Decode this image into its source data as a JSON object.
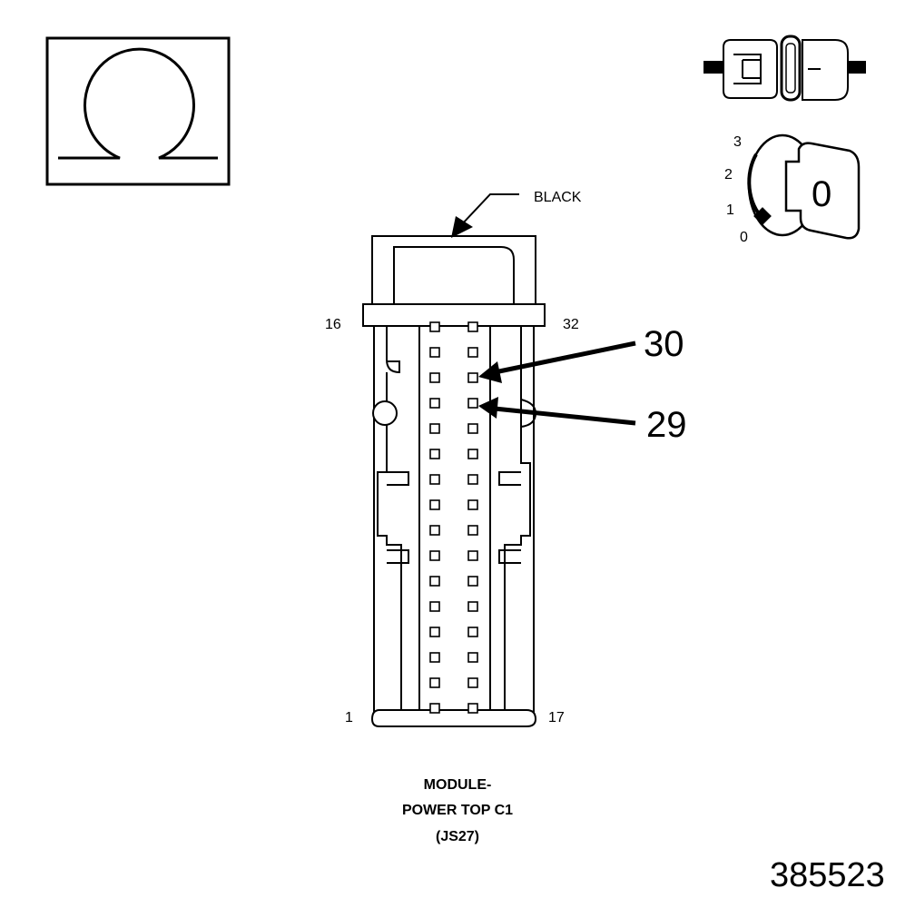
{
  "wire_color": "BLACK",
  "pin_labels": {
    "top_left": "16",
    "top_right": "32",
    "bottom_left": "1",
    "bottom_right": "17"
  },
  "callouts": [
    {
      "label": "30",
      "pin": 30
    },
    {
      "label": "29",
      "pin": 29
    }
  ],
  "connector_name": {
    "line1": "MODULE-",
    "line2": "POWER TOP C1",
    "line3": "(JS27)"
  },
  "ignition_positions": [
    "3",
    "2",
    "1",
    "0"
  ],
  "ignition_key_symbol": "0",
  "figure_id": "385523",
  "icons": {
    "ohmmeter": "omega-icon",
    "connector_state": "disconnected-connector-icon",
    "ignition": "ignition-key-icon"
  }
}
